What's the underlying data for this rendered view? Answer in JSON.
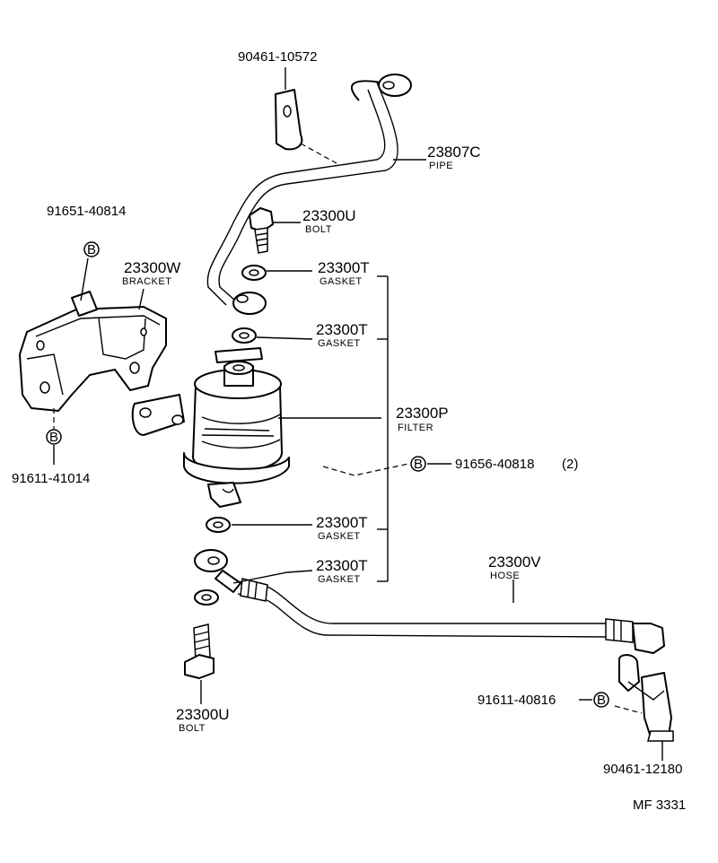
{
  "callouts": {
    "bracket_bolt_top": "90461-10572",
    "pipe": {
      "number": "23807C",
      "name": "PIPE"
    },
    "b_top": "91651-40814",
    "bolt_upper": {
      "number": "23300U",
      "name": "BOLT"
    },
    "bracket": {
      "number": "23300W",
      "name": "BRACKET"
    },
    "gasket_1": {
      "number": "23300T",
      "name": "GASKET"
    },
    "gasket_2": {
      "number": "23300T",
      "name": "GASKET"
    },
    "filter": {
      "number": "23300P",
      "name": "FILTER"
    },
    "b_bottom": "91611-41014",
    "b_filter": "91656-40818",
    "b_filter_qty": "(2)",
    "gasket_3": {
      "number": "23300T",
      "name": "GASKET"
    },
    "gasket_4": {
      "number": "23300T",
      "name": "GASKET"
    },
    "hose": {
      "number": "23300V",
      "name": "HOSE"
    },
    "b_clip": "91611-40816",
    "bolt_lower": {
      "number": "23300U",
      "name": "BOLT"
    },
    "clip": "90461-12180",
    "b_symbol": "B"
  },
  "figure_code": "MF 3331"
}
